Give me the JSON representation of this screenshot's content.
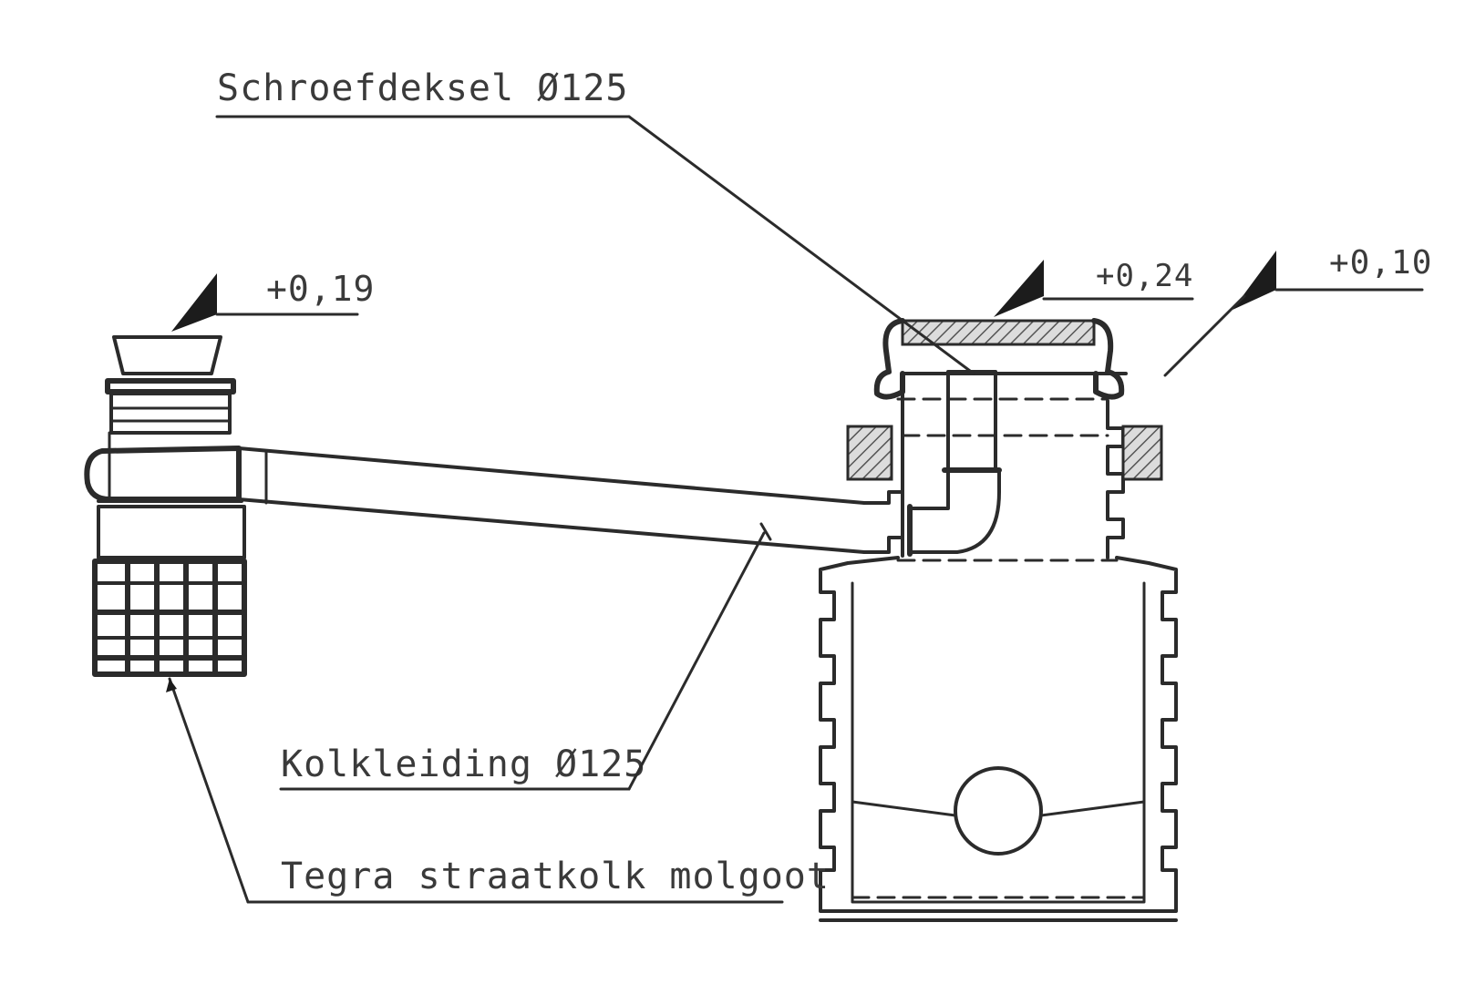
{
  "labels": {
    "screw_cap": "Schroefdeksel Ø125",
    "level_gully": "+0,19",
    "level_cap": "+0,24",
    "level_right": "+0,10",
    "gully_pipe": "Kolkleiding Ø125",
    "street_gully": "Tegra straatkolk molgoot"
  },
  "colors": {
    "ink": "#2b2b2b",
    "text": "#3a3a3a",
    "background": "#ffffff"
  }
}
